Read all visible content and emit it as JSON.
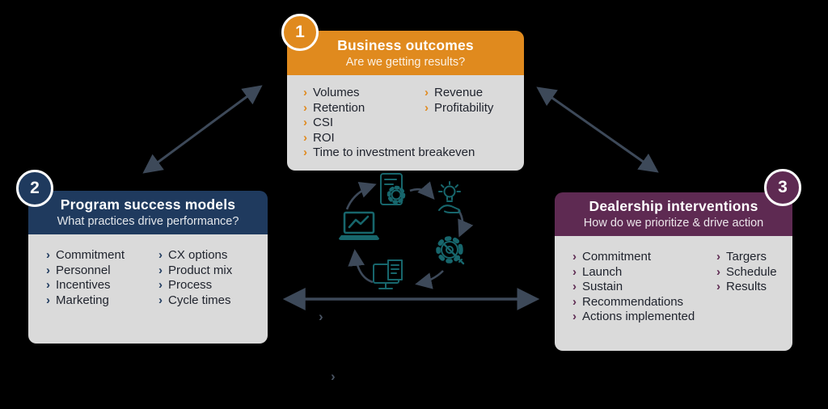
{
  "bullet_char": "›",
  "colors": {
    "background": "#000000",
    "orange_accent": "#E08A1E",
    "navy_accent": "#1F3A5E",
    "plum_accent": "#5E2A52",
    "panel_body": "#DADADA",
    "arrow": "#3D4959",
    "icon_teal": "#17666C"
  },
  "boxes": {
    "business_outcomes": {
      "number": "1",
      "title": "Business outcomes",
      "subtitle": "Are we getting results?",
      "items_left": [
        "Volumes",
        "Retention",
        "CSI",
        "ROI",
        "Time to investment breakeven"
      ],
      "items_right": [
        "Revenue",
        "Profitability"
      ]
    },
    "program_success_models": {
      "number": "2",
      "title": "Program success models",
      "subtitle": "What practices drive performance?",
      "items_left": [
        "Commitment",
        "Personnel",
        "Incentives",
        "Marketing"
      ],
      "items_right": [
        "CX options",
        "Product mix",
        "Process",
        "Cycle times"
      ]
    },
    "dealership_interventions": {
      "number": "3",
      "title": "Dealership interventions",
      "subtitle": "How do we prioritize & drive action",
      "items_left": [
        "Commitment",
        "Launch",
        "Sustain",
        "Recommendations",
        "Actions implemented"
      ],
      "items_right": [
        "Targers",
        "Schedule",
        "Results"
      ]
    }
  },
  "center_cycle_icons": [
    "report-analysis",
    "hand-lightbulb",
    "gear-wrench",
    "monitor-document",
    "laptop-chart"
  ]
}
